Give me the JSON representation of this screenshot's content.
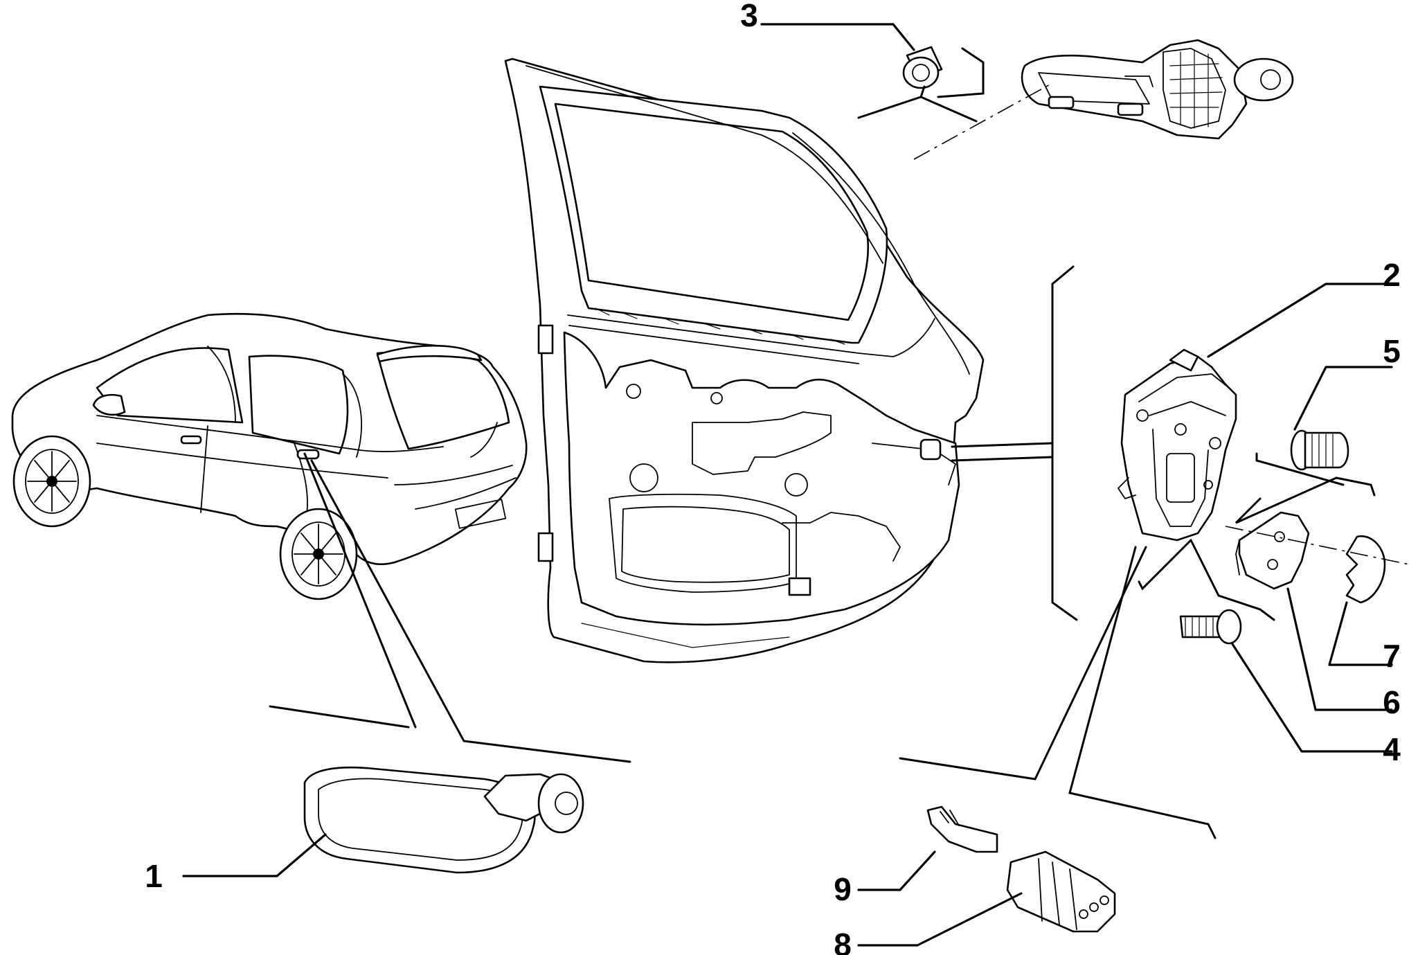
{
  "callouts": [
    {
      "id": "1",
      "label": "1",
      "part": "rear-door-outer-handle"
    },
    {
      "id": "2",
      "label": "2",
      "part": "door-lock-mechanism"
    },
    {
      "id": "3",
      "label": "3",
      "part": "handle-fixing-screw"
    },
    {
      "id": "4",
      "label": "4",
      "part": "lock-fixing-screw"
    },
    {
      "id": "5",
      "label": "5",
      "part": "striker-screw"
    },
    {
      "id": "6",
      "label": "6",
      "part": "striker-plate"
    },
    {
      "id": "7",
      "label": "7",
      "part": "lock-clip"
    },
    {
      "id": "8",
      "label": "8",
      "part": "electrical-connector"
    },
    {
      "id": "9",
      "label": "9",
      "part": "connector-terminal"
    }
  ],
  "colors": {
    "line": "#000000",
    "background": "#ffffff"
  }
}
